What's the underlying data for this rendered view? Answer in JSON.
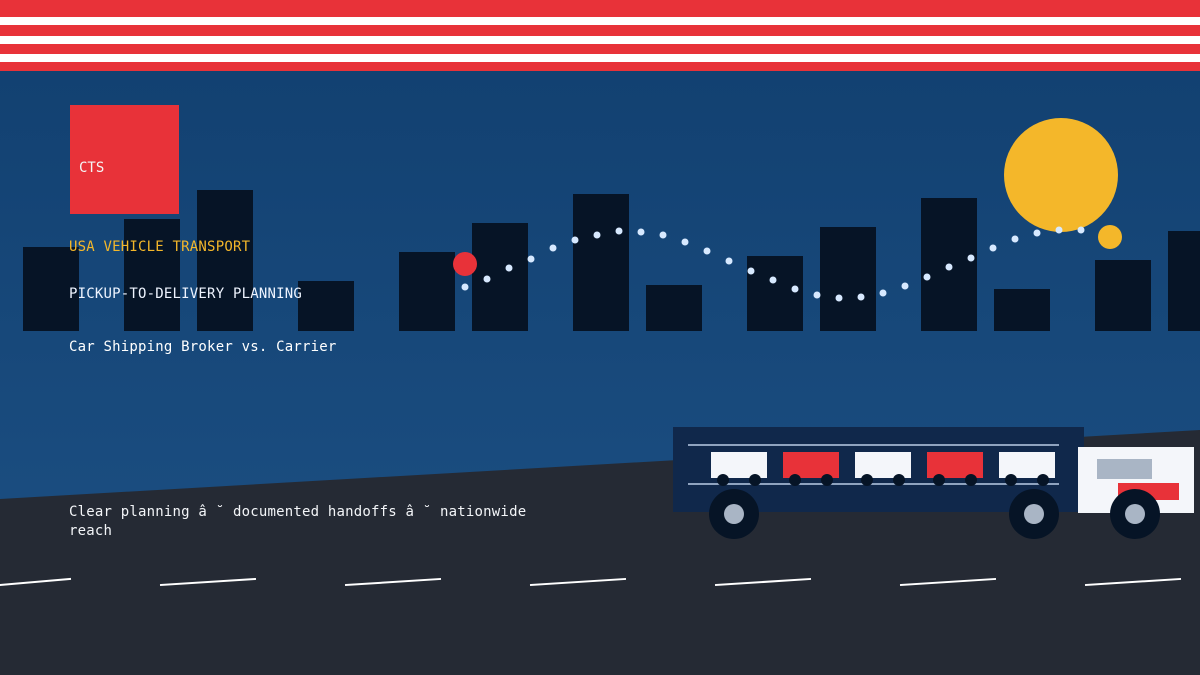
{
  "logo": {
    "text": "CTS"
  },
  "hero": {
    "brand": "USA VEHICLE TRANSPORT",
    "service": "PICKUP-TO-DELIVERY PLANNING",
    "headline": "Car Shipping Broker vs. Carrier",
    "tagline": "Clear planning â ˘ documented handoffs â ˘ nationwide reach"
  },
  "colors": {
    "accent_red": "#e83239",
    "accent_yellow": "#f4b72a",
    "sky_blue": "#1b4a78",
    "building_navy": "#061426",
    "road_dark": "#252a34"
  },
  "icons": {
    "sun": "sun-icon",
    "route_start": "route-start-icon",
    "truck": "car-carrier-truck-icon"
  }
}
